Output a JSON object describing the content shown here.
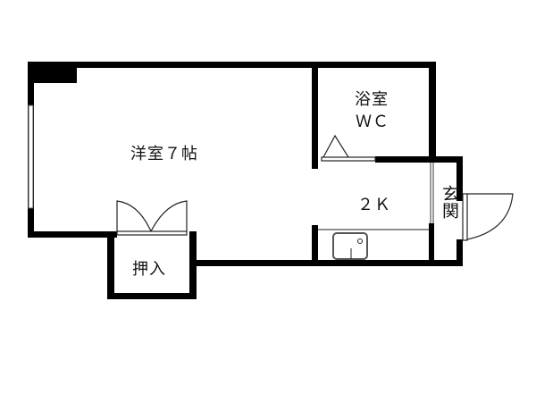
{
  "floorplan": {
    "type": "1K apartment floor plan",
    "rooms": [
      {
        "id": "western-room",
        "label": "洋室７帖"
      },
      {
        "id": "bath-wc",
        "label_line1": "浴室",
        "label_line2": "ＷＣ"
      },
      {
        "id": "kitchen",
        "label": "２Ｋ"
      },
      {
        "id": "entrance",
        "label": "玄関"
      },
      {
        "id": "closet",
        "label": "押入"
      }
    ],
    "colors": {
      "wall": "#000000",
      "background": "#ffffff",
      "line": "#222222"
    }
  }
}
